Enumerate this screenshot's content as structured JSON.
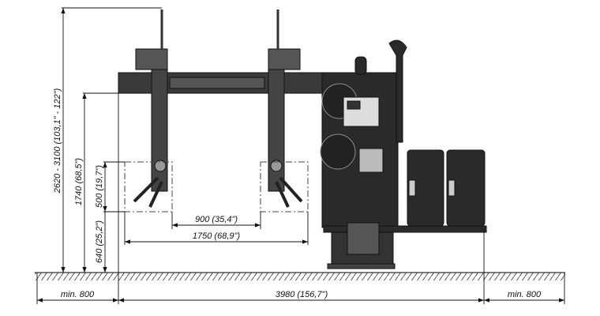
{
  "dimensions": {
    "total_height": "2620 - 3100  (103,1\" - 122\")",
    "beam_height": "1740  (68,5\")",
    "stroke": "500  (19,7\")",
    "min_height": "640  (25,2\")",
    "inner_width": "900  (35,4\")",
    "outer_width": "1750  (68,9\")",
    "clearance_left": "min. 800",
    "overall_length": "3980  (156,7\")",
    "clearance_right": "min. 800"
  },
  "colors": {
    "machine": "#2a2a2a",
    "line": "#111111",
    "ground": "#555555"
  }
}
